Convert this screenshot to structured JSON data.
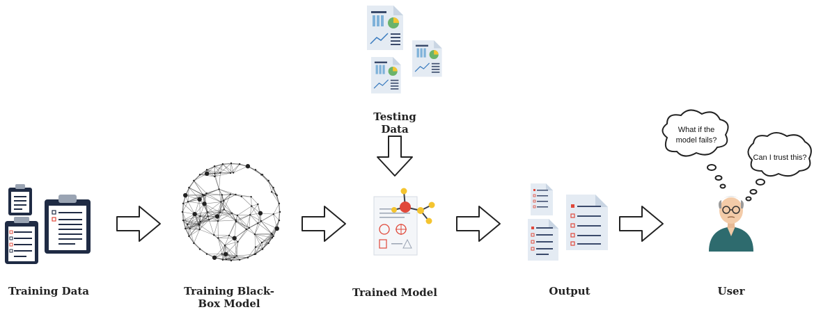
{
  "labels": {
    "training_data": "Training Data",
    "training_model": "Training Black-Box Model",
    "trained_model": "Trained Model",
    "output": "Output",
    "user": "User",
    "testing_data": "Testing Data"
  },
  "thoughts": {
    "first_line1": "What if the",
    "first_line2": "model fails?",
    "second": "Can I trust this?"
  },
  "colors": {
    "clipboard_navy": "#1f2b44",
    "paper_blue": "#d9e3ef",
    "accent_red": "#e0483a",
    "node_gold": "#f4c430",
    "user_shirt": "#2e6b6e"
  },
  "icons": [
    "clipboard-icon",
    "neural-network-icon",
    "report-icon",
    "molecule-icon",
    "document-icon",
    "person-icon",
    "arrow-icon",
    "thought-bubble-icon"
  ]
}
